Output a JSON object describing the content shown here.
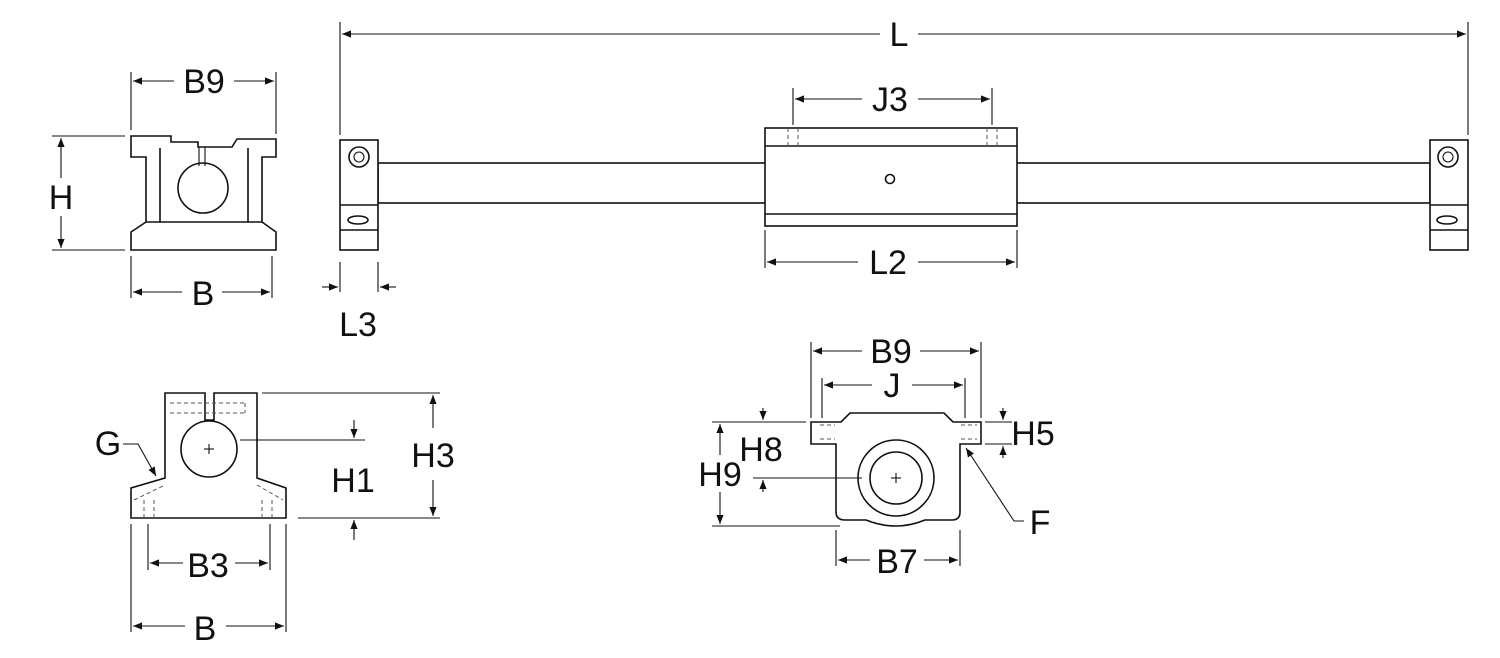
{
  "labels": {
    "L": "L",
    "J3": "J3",
    "L2": "L2",
    "L3": "L3",
    "B9_left": "B9",
    "H": "H",
    "B_top": "B",
    "G": "G",
    "H1": "H1",
    "H3": "H3",
    "B3": "B3",
    "B_bottom": "B",
    "B9_right": "B9",
    "J": "J",
    "H8": "H8",
    "H9": "H9",
    "H5": "H5",
    "F": "F",
    "B7": "B7"
  }
}
